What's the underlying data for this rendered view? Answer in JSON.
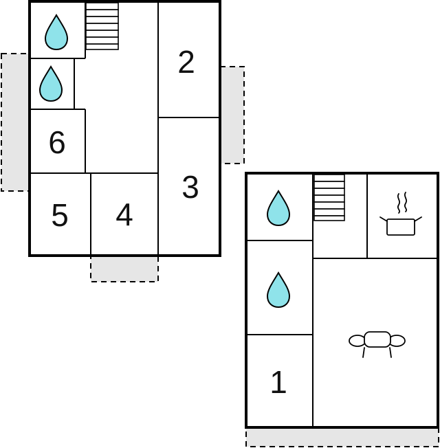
{
  "rooms": {
    "r1": "1",
    "r2": "2",
    "r3": "3",
    "r4": "4",
    "r5": "5",
    "r6": "6"
  },
  "icons": {
    "water": "water-drop-icon",
    "stairs": "stairs-icon",
    "kitchen": "cooking-pot-icon",
    "living": "sofa-icon"
  },
  "colors": {
    "water": "#8fe3ea",
    "balcony": "#e6e6e6",
    "wall": "#000000"
  }
}
